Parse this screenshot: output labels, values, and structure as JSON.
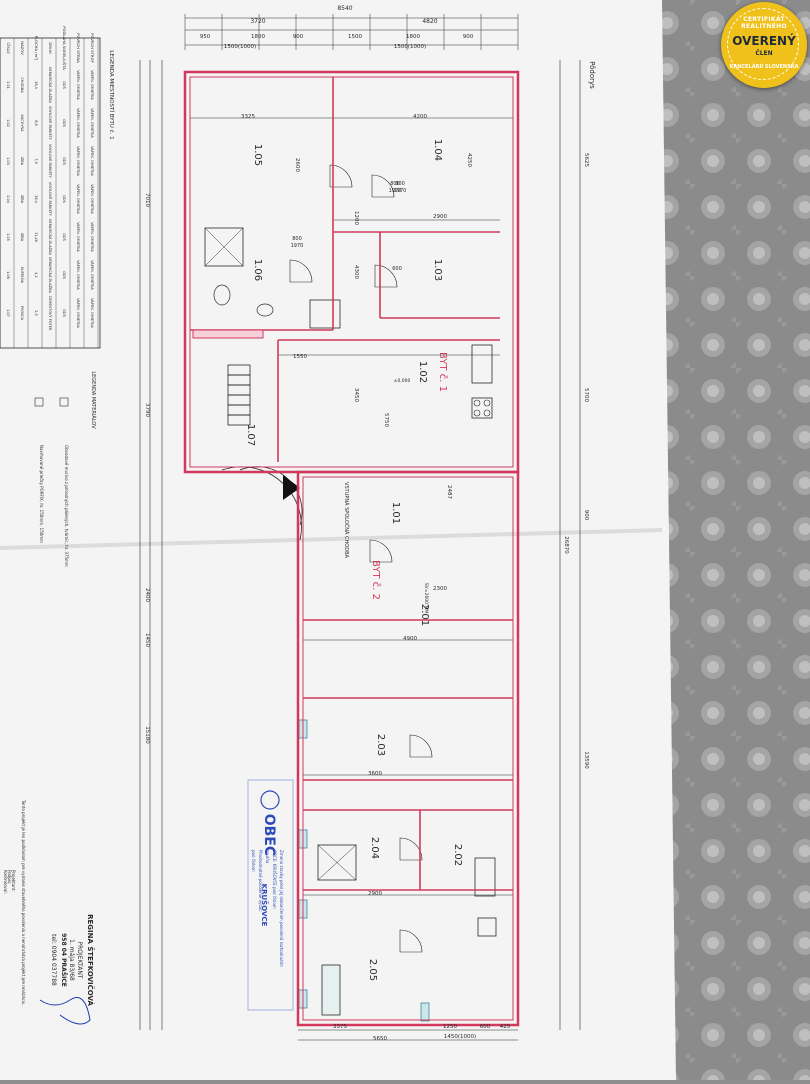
{
  "sheet": {
    "title": "Pôdorys",
    "apartment_1": "BYT č. 1",
    "apartment_2": "BYT č. 2",
    "entrance": "VSTUPNÁ SPOLOČNÁ CHODBA"
  },
  "rooms": [
    {
      "id": "1.04"
    },
    {
      "id": "1.05"
    },
    {
      "id": "1.03"
    },
    {
      "id": "1.06"
    },
    {
      "id": "1.02"
    },
    {
      "id": "1.07"
    },
    {
      "id": "1.01"
    },
    {
      "id": "2.01"
    },
    {
      "id": "2.03"
    },
    {
      "id": "2.04"
    },
    {
      "id": "2.02"
    },
    {
      "id": "2.05"
    }
  ],
  "dimensions": {
    "top_total": "8540",
    "top_left": "3720",
    "top_right": "4820",
    "top_row": [
      "950",
      "1800",
      "900",
      "1500",
      "1800",
      "900"
    ],
    "window_label": "1500(1000)",
    "room_dims": [
      "3325",
      "4200",
      "2600",
      "4250",
      "2900",
      "1200",
      "4300",
      "3450",
      "5750",
      "2487",
      "2300",
      "4900",
      "3600",
      "2900",
      "1550"
    ],
    "right_total": "26870",
    "right_segments": [
      "5625",
      "5700",
      "900",
      "13590"
    ],
    "left_segments": [
      "7010",
      "3790",
      "2400",
      "1450",
      "15180"
    ],
    "bottom_row": [
      "3375",
      "1250",
      "600",
      "425"
    ],
    "bottom_total": "5650",
    "bottom_sub": "1450(1000)",
    "door": "800",
    "door_h": "1970",
    "door_small": "600",
    "height_mark": "±0,000",
    "svetla_vyska": "SV=2600 MM"
  },
  "legend": {
    "room_table_title": "LEGENDA MIESTNOSTÍ BYTU č. 1",
    "columns": [
      "ČÍSLO",
      "NÁZOV",
      "PLOCHA (m²)",
      "DRUH",
      "PODLAHA SOKEL/LIŠTA",
      "POVRCH STENA",
      "POVRCH STROP"
    ],
    "rows": [
      [
        "1.01",
        "CHODBA",
        "18,4",
        "KERAMICKÁ DLAŽBA",
        "ODS",
        "VÁPEN. OMIETKA",
        "VÁPEN. OMIETKA"
      ],
      [
        "1.02",
        "KUCHYŇA",
        "8,6",
        "VINYLOVÉ PARKETY",
        "ODS",
        "VÁPEN. OMIETKA",
        "VÁPEN. OMIETKA"
      ],
      [
        "1.03",
        "IZBA",
        "7,9",
        "VINYLOVÉ PARKETY",
        "ODS",
        "VÁPEN. OMIETKA",
        "VÁPEN. OMIETKA"
      ],
      [
        "1.04",
        "IZBA",
        "18,4",
        "VINYLOVÉ PARKETY",
        "ODS",
        "VÁPEN. OMIETKA",
        "VÁPEN. OMIETKA"
      ],
      [
        "1.05",
        "IZBA",
        "11,46",
        "KERAMICKÁ DLAŽBA",
        "ODS",
        "VÁPEN. OMIETKA",
        "VÁPEN. OMIETKA"
      ],
      [
        "1.06",
        "KÚPEĽŇA",
        "4,1",
        "KERAMICKÁ DLAŽBA",
        "ODS",
        "VÁPEN. OMIETKA",
        "VÁPEN. OMIETKA"
      ],
      [
        "1.07",
        "PIVNICA",
        "2,5",
        "CEMENTOVÝ POTER",
        "ODS",
        "VÁPEN. OMIETKA",
        "VÁPEN. OMIETKA"
      ]
    ],
    "material_title": "LEGENDA MATERIÁLOV",
    "material_1": "Obvodové murivo z prírodných pálených, tvárnic, hr. 375mm",
    "material_2": "Navrhované priečky PORFIX, hr. 150mm, 150mm"
  },
  "stamp": {
    "name": "OBEC",
    "place": "KRUŠOVCE",
    "line1": "Zmena stavby pred jej dokončením povolená rozhodnutím",
    "line2": "OBCE: KRUŠOVCE pod číslom",
    "line3": "zo dňa",
    "line4": "Plnohodnotné povolenie vydal:",
    "line5": "pod číslom"
  },
  "architect": {
    "name": "REGINA ŠTEFKOVIČOVÁ",
    "role": "PROJEKTANT",
    "street": "1. mája 83/68",
    "city": "958 04 PRAŠICE",
    "phone": "tel: 0904 037788"
  },
  "title_block": {
    "note": "Tento projekt je len podkladom pre vydanie stavebného povolenia a nenahrádza projekt pre realizáciu.",
    "l1": "Projektant:",
    "l2": "Podpis:",
    "l3": "Kontroloval:"
  },
  "badge": {
    "top": "CERTIFIKÁT REALITNÉHO",
    "main": "OVERENÝ",
    "sub": "ČLEN",
    "bottom": "KANCELÁRIÍ SLOVENSKA",
    "color": "#f0c11a"
  },
  "colors": {
    "wall": "#d2385c",
    "line": "#2a2a2a",
    "paper": "#f3f4f3",
    "tablecloth": "#8e8e8e",
    "stamp": "#2c49b8"
  }
}
